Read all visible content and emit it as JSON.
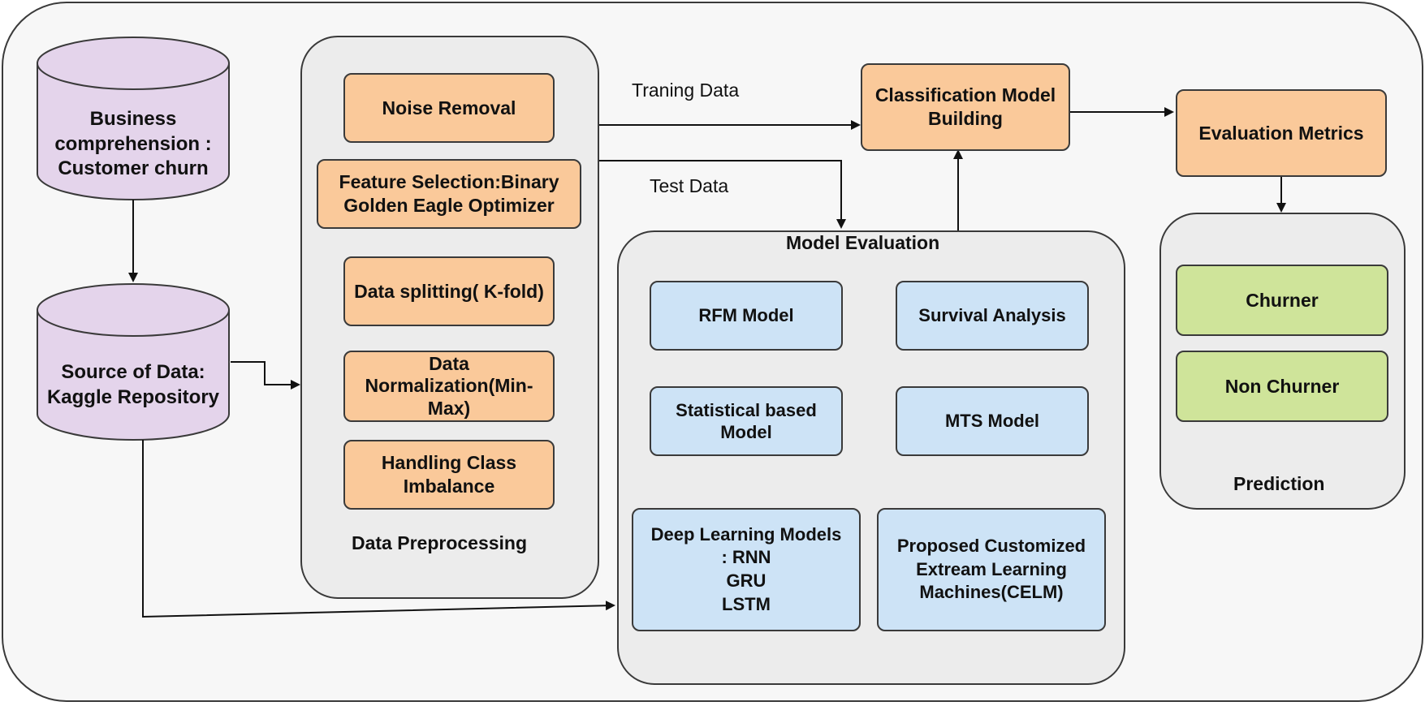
{
  "business_cylinder": {
    "line1": "Business",
    "line2": "comprehension :",
    "line3": "Customer churn"
  },
  "source_cylinder": {
    "line1": "Source of Data:",
    "line2": "Kaggle Repository"
  },
  "preprocessing": {
    "title": "Data Preprocessing",
    "steps": [
      {
        "label": "Noise Removal"
      },
      {
        "line1": "Feature Selection:Binary",
        "line2": "Golden Eagle Optimizer"
      },
      {
        "label": "Data splitting( K-fold)"
      },
      {
        "line1": "Data",
        "line2": "Normalization(Min-",
        "line3": "Max)"
      },
      {
        "line1": "Handling Class",
        "line2": "Imbalance"
      }
    ]
  },
  "edge_labels": {
    "training": "Traning Data",
    "test": "Test Data"
  },
  "classification": {
    "line1": "Classification Model",
    "line2": "Building"
  },
  "evaluation_metrics": {
    "label": "Evaluation Metrics"
  },
  "model_evaluation": {
    "title": "Model Evaluation",
    "rfm": "RFM Model",
    "survival": "Survival Analysis",
    "statistical": {
      "line1": "Statistical based",
      "line2": "Model"
    },
    "mts": "MTS Model",
    "deep": {
      "line1": "Deep Learning Models",
      "line2": ": RNN",
      "line3": "GRU",
      "line4": "LSTM"
    },
    "celm": {
      "line1": "Proposed Customized",
      "line2": "Extream Learning",
      "line3": "Machines(CELM)"
    }
  },
  "prediction": {
    "title": "Prediction",
    "churner": "Churner",
    "non_churner": "Non Churner"
  },
  "colors": {
    "process_fill": "#fac99a",
    "model_fill": "#cde3f6",
    "outcome_fill": "#cfe49a",
    "cylinder_fill": "#e4d4eb",
    "group_fill": "#ececec",
    "stroke": "#3a3a3a"
  }
}
